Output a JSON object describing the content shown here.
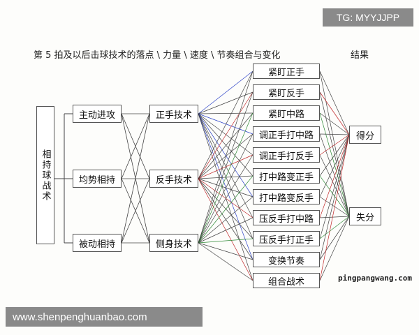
{
  "badge": "TG: MYYJJPP",
  "title": "第 5 拍及以后击球技术的落点 \\ 力量 \\ 速度 \\ 节奏组合与变化",
  "result_label": "结果",
  "root": "相持球战术",
  "situations": [
    "主动进攻",
    "均势相持",
    "被动相持"
  ],
  "techniques": [
    "正手技术",
    "反手技术",
    "侧身技术"
  ],
  "tactics": [
    "紧盯正手",
    "紧盯反手",
    "紧盯中路",
    "调正手打中路",
    "调正手打反手",
    "打中路变正手",
    "打中路变反手",
    "压反手打中路",
    "压反手打正手",
    "变换节奏",
    "组合战术"
  ],
  "outcomes": [
    "得分",
    "失分"
  ],
  "watermark": "pingpangwang.com",
  "footer": "www.shenpenghuanbao.com",
  "colors": {
    "line": "#444444",
    "blue": "#2d43c8",
    "red": "#c0282a",
    "green": "#2f8a37"
  }
}
